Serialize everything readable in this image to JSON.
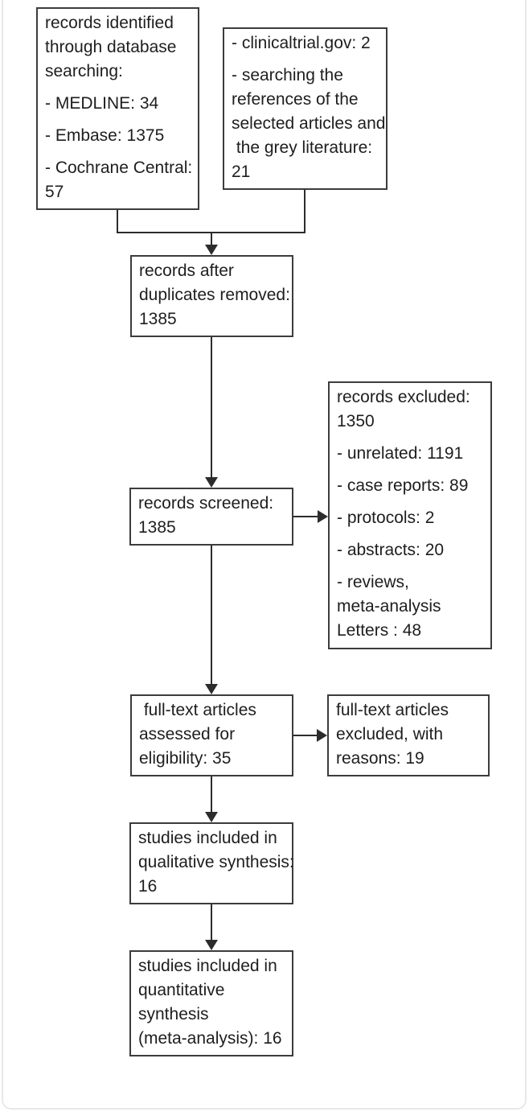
{
  "colors": {
    "box-border": "#3c3c3c",
    "connector": "#2c2c2c",
    "text": "#1e1e1e",
    "frame": "#e8e8ea",
    "background": "#ffffff"
  },
  "flowchart": {
    "boxes": {
      "identified_db": {
        "lines": [
          "records identified",
          "through database",
          "searching:",
          "",
          "- MEDLINE: 34",
          "",
          "- Embase: 1375",
          "",
          "- Cochrane Central:",
          "57"
        ]
      },
      "identified_other": {
        "lines": [
          "- clinicaltrial.gov: 2",
          "",
          "- searching the",
          "references of the",
          "selected articles and",
          " the grey literature:",
          "21"
        ]
      },
      "duplicates_removed": {
        "lines": [
          "records after",
          "duplicates removed:",
          "1385"
        ]
      },
      "screened": {
        "lines": [
          "records screened:",
          "1385"
        ]
      },
      "records_excluded": {
        "lines": [
          "records excluded:",
          "1350",
          "",
          "- unrelated: 1191",
          "",
          "- case reports: 89",
          "",
          "- protocols: 2",
          "",
          "- abstracts: 20",
          "",
          "- reviews,",
          "meta-analysis",
          "Letters : 48"
        ]
      },
      "fulltext_assessed": {
        "lines": [
          " full-text articles",
          "assessed for",
          "eligibility: 35"
        ]
      },
      "fulltext_excluded": {
        "lines": [
          "full-text articles",
          "excluded, with",
          "reasons: 19"
        ]
      },
      "qualitative": {
        "lines": [
          "studies included in",
          "qualitative synthesis:",
          "16"
        ]
      },
      "quantitative": {
        "lines": [
          "studies included in",
          "quantitative",
          "synthesis",
          "(meta-analysis): 16"
        ]
      }
    }
  }
}
